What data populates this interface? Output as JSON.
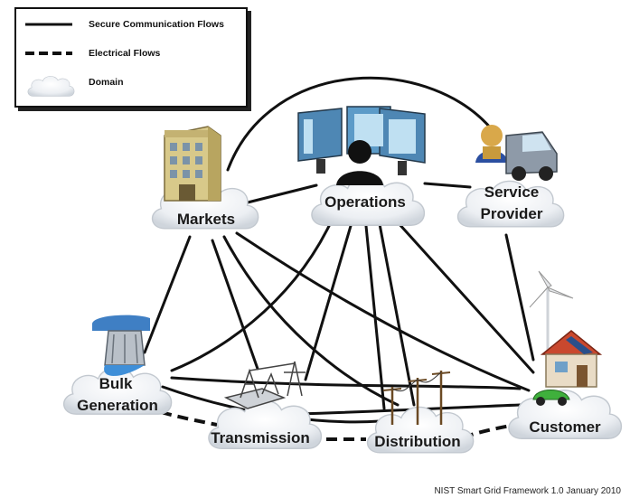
{
  "legend": {
    "secure": "Secure Communication Flows",
    "electrical": "Electrical Flows",
    "domain": "Domain"
  },
  "nodes": {
    "markets": "Markets",
    "operations": "Operations",
    "service_provider_line1": "Service",
    "service_provider_line2": "Provider",
    "bulk_line1": "Bulk",
    "bulk_line2": "Generation",
    "transmission": "Transmission",
    "distribution": "Distribution",
    "customer": "Customer"
  },
  "credit": "NIST Smart Grid Framework 1.0 January 2010"
}
